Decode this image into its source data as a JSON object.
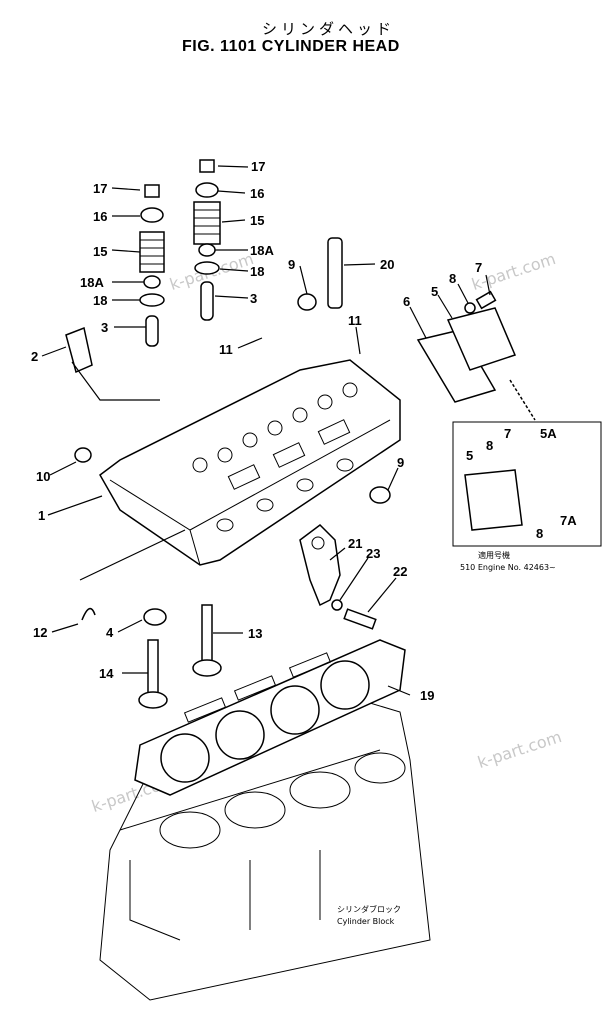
{
  "header": {
    "title_jp": "シリンダヘッド",
    "title": "FIG. 1101  CYLINDER HEAD"
  },
  "watermark": "k-part.com",
  "labels": {
    "p17a": "17",
    "p16a": "16",
    "p15a": "15",
    "p18Aa": "18A",
    "p18a": "18",
    "p3a": "3",
    "p17b": "17",
    "p16b": "16",
    "p15b": "15",
    "p18Ab": "18A",
    "p18b": "18",
    "p3b": "3",
    "p2": "2",
    "p9a": "9",
    "p20": "20",
    "p8a": "8",
    "p7a": "7",
    "p5a": "5",
    "p6": "6",
    "p11a": "11",
    "p11b": "11",
    "p10": "10",
    "p1": "1",
    "p9b": "9",
    "p8b": "8",
    "p7b": "7",
    "p5Ab": "5A",
    "p5b": "5",
    "p7Ab": "7A",
    "p8c": "8",
    "p21": "21",
    "p23": "23",
    "p22": "22",
    "p12": "12",
    "p4": "4",
    "p13": "13",
    "p14": "14",
    "p19": "19"
  },
  "inset": {
    "jp_note": "適用号機",
    "serial": "510  Engine  No. 42463~"
  },
  "block": {
    "jp_label": "シリンダブロック",
    "label": "Cylinder  Block"
  },
  "colors": {
    "line": "#000000",
    "watermark": "#c8c8c8",
    "background": "#ffffff"
  }
}
